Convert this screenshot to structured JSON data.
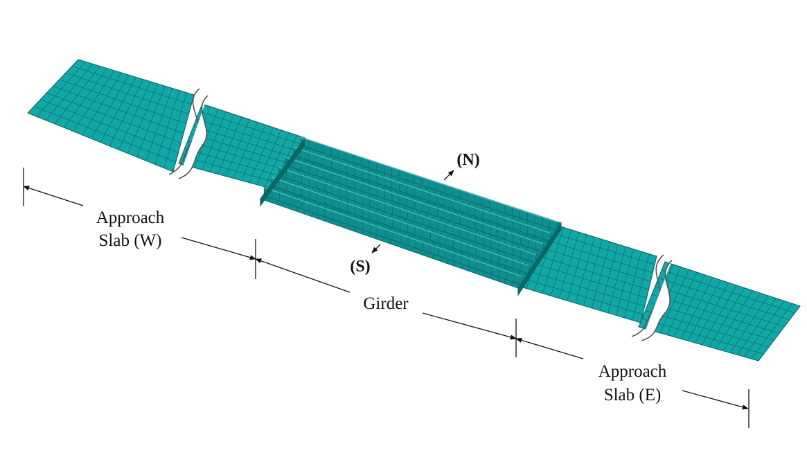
{
  "labels": {
    "approach_w_line1": "Approach",
    "approach_w_line2": "Slab (W)",
    "girder": "Girder",
    "approach_e_line1": "Approach",
    "approach_e_line2": "Slab (E)",
    "north": "(N)",
    "south": "(S)"
  },
  "colors": {
    "mesh_fill": "#12a8a8",
    "mesh_line": "#0b5c5c",
    "girder_fill": "#0f8f8f",
    "girder_dark": "#086868",
    "dimension_line": "#111111",
    "background": "#ffffff"
  },
  "icons": {
    "break_mark": "s-curve-break-icon",
    "arrow": "arrowhead-icon"
  }
}
